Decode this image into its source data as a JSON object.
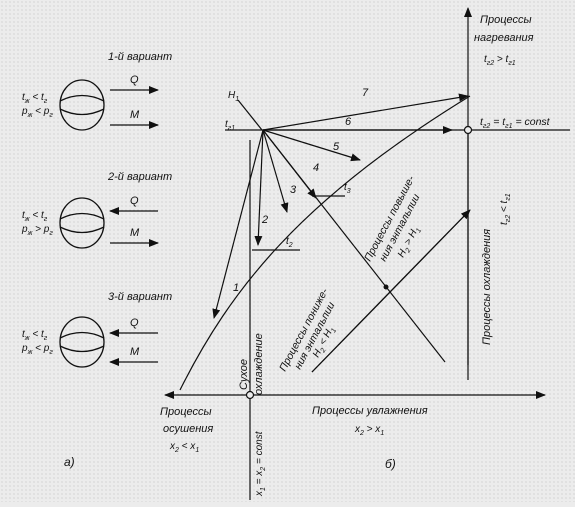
{
  "colors": {
    "ink": "#111111",
    "paper": "#ececec",
    "dots": "#b5b5b5"
  },
  "left_panel": {
    "label": "а)",
    "variants": [
      {
        "title": "1-й вариант",
        "cond_t": "t",
        "cond_t_sub": "ж",
        "cond_t_rel": " < t",
        "cond_t_sub2": "г",
        "cond_p": "p",
        "cond_p_sub": "ж",
        "cond_p_rel": " < p",
        "cond_p_sub2": "г",
        "flow_q": "Q",
        "flow_m": "M",
        "q_dir": "right",
        "m_dir": "right"
      },
      {
        "title": "2-й вариант",
        "cond_t": "t",
        "cond_t_sub": "ж",
        "cond_t_rel": " < t",
        "cond_t_sub2": "г",
        "cond_p": "p",
        "cond_p_sub": "ж",
        "cond_p_rel": " > p",
        "cond_p_sub2": "г",
        "flow_q": "Q",
        "flow_m": "M",
        "q_dir": "left",
        "m_dir": "right"
      },
      {
        "title": "3-й вариант",
        "cond_t": "t",
        "cond_t_sub": "ж",
        "cond_t_rel": " < t",
        "cond_t_sub2": "г",
        "cond_p": "p",
        "cond_p_sub": "ж",
        "cond_p_rel": " < p",
        "cond_p_sub2": "г",
        "flow_q": "Q",
        "flow_m": "M",
        "q_dir": "left",
        "m_dir": "left"
      }
    ]
  },
  "right_panel": {
    "label": "б)",
    "heating": [
      "Процессы",
      "нагревания",
      "t",
      "г2",
      " > t",
      "г1"
    ],
    "isotherm": [
      "t",
      "г2",
      " = t",
      "г1",
      " = const"
    ],
    "cooling_vertical": "Процессы охлаждения",
    "cooling_cond": "t",
    "cooling_cond_sub": "г2",
    "cooling_cond_rel": " < t",
    "cooling_cond_sub2": "г1",
    "enthalpy_up": [
      "Процессы повыше-",
      "ния энтальпии"
    ],
    "enthalpy_up_cond": [
      "H",
      "2",
      " > H",
      "1"
    ],
    "enthalpy_down": [
      "Процессы пониже-",
      "ния энтальпии"
    ],
    "enthalpy_down_cond": [
      "H",
      "2",
      " < H",
      "1"
    ],
    "dry_cooling": [
      "Сухое",
      "охлаждение"
    ],
    "drying": [
      "Процессы",
      "осушения",
      "x",
      "2",
      " < x",
      "1"
    ],
    "humidifying": [
      "Процессы увлажнения",
      "x",
      "2",
      " > x",
      "1"
    ],
    "const_x": [
      "x",
      "1",
      " = x",
      "2",
      " = const"
    ],
    "start_h": [
      "H",
      "1"
    ],
    "start_t": [
      "t",
      "г1"
    ],
    "dew_t3": [
      "t",
      "3"
    ],
    "dew_t2": [
      "t",
      "2"
    ],
    "ray_numbers": [
      "1",
      "2",
      "3",
      "4",
      "5",
      "6",
      "7"
    ]
  }
}
